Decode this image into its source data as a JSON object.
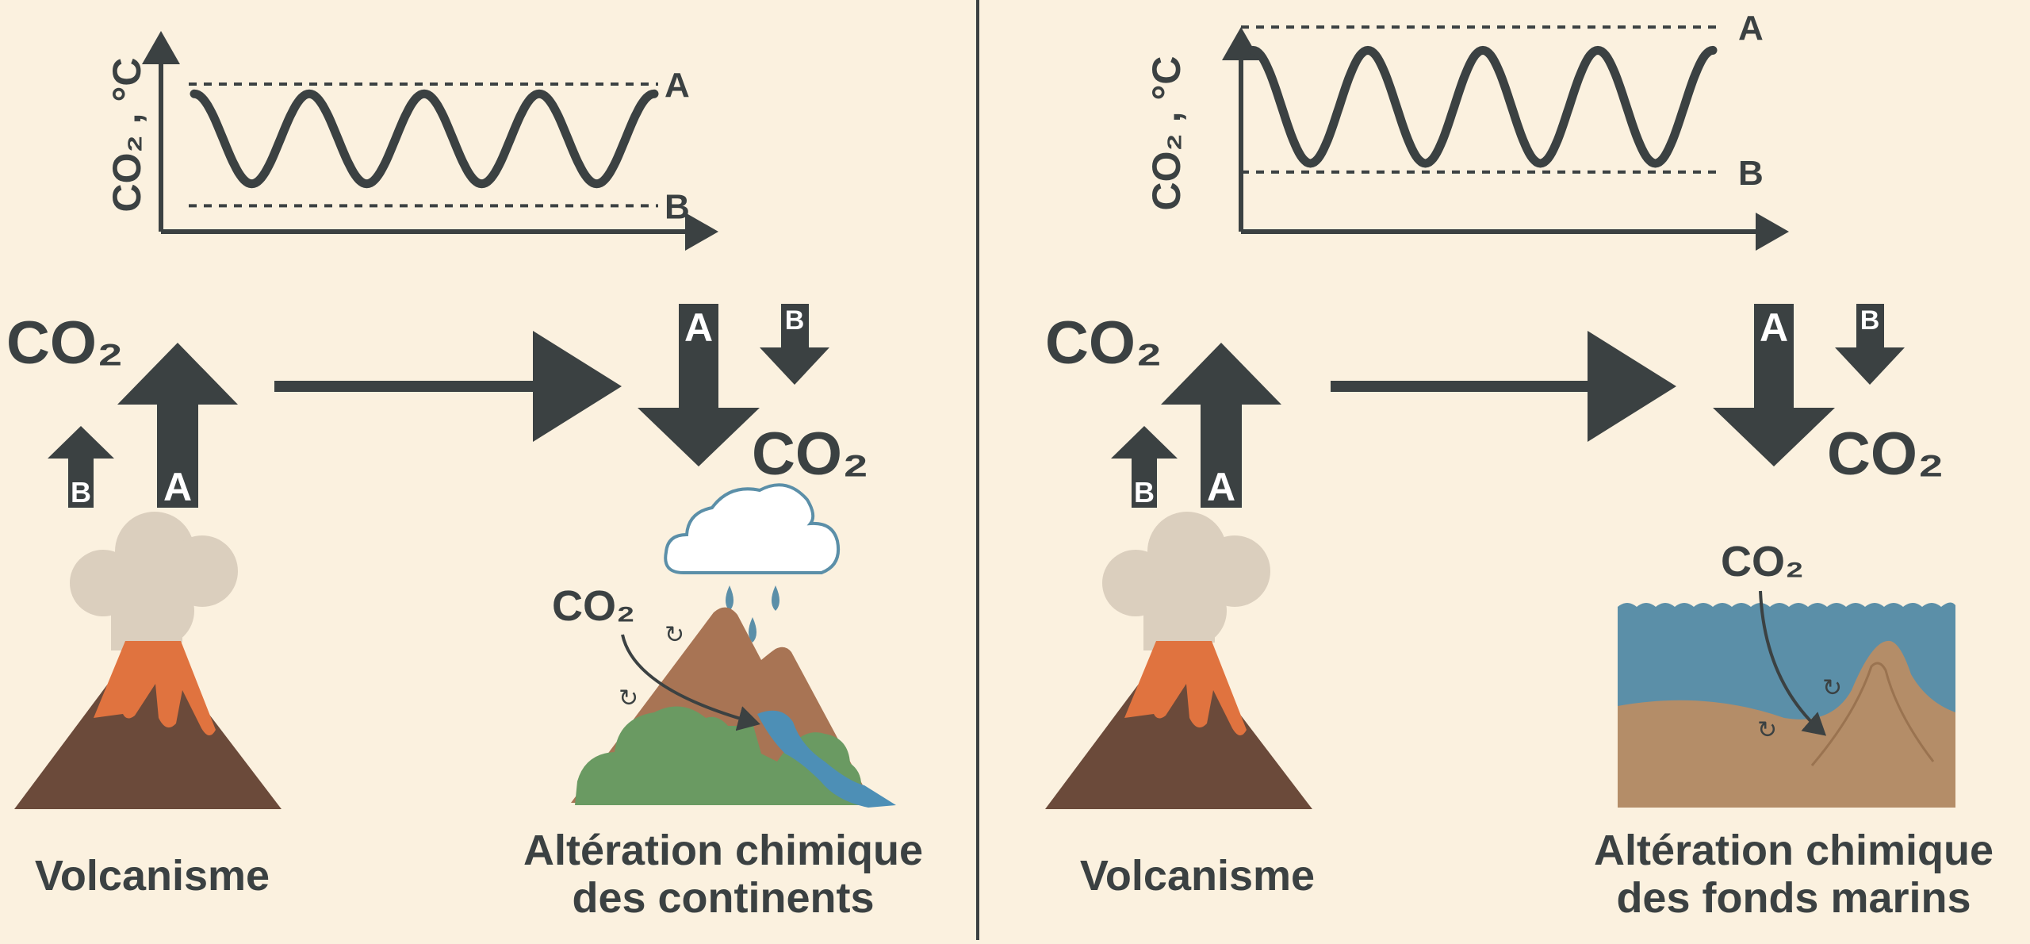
{
  "colors": {
    "background": "#fbf1df",
    "ink": "#3b4142",
    "divider": "#3b4142",
    "lava": "#e0733f",
    "volcano_body": "#6b4a3a",
    "smoke": "#dbcfbe",
    "cloud_stroke": "#5b8fa8",
    "rain": "#5b8fa8",
    "mountain": "#a87454",
    "forest": "#6a9a62",
    "river": "#4d8fb6",
    "ocean": "#5b8fa8",
    "seafloor": "#b48d68"
  },
  "graph": {
    "y_axis_label": "CO₂ , °C",
    "level_a": "A",
    "level_b": "B"
  },
  "labels": {
    "co2": "CO₂",
    "arrow_a": "A",
    "arrow_b": "B"
  },
  "left_panel": {
    "source_caption": "Volcanisme",
    "sink_caption_line1": "Altération chimique",
    "sink_caption_line2": "des continents"
  },
  "right_panel": {
    "source_caption": "Volcanisme",
    "sink_caption_line1": "Altération chimique",
    "sink_caption_line2": "des fonds marins"
  },
  "chart_data": [
    {
      "type": "line",
      "panel": "left",
      "title": "",
      "ylabel": "CO₂ , °C",
      "xlabel": "",
      "level_labels": [
        "A",
        "B"
      ],
      "level_values": {
        "A": 1.0,
        "B": 0.0
      },
      "oscillations": 4,
      "curve_max": 0.92,
      "curve_min": 0.18,
      "ylim": [
        -0.2,
        1.3
      ]
    },
    {
      "type": "line",
      "panel": "right",
      "title": "",
      "ylabel": "CO₂ , °C",
      "xlabel": "",
      "level_labels": [
        "A",
        "B"
      ],
      "level_values": {
        "A": 1.0,
        "B": 0.0
      },
      "oscillations": 4,
      "curve_max": 0.84,
      "curve_min": 0.06,
      "ylim": [
        -0.4,
        1.05
      ]
    }
  ]
}
